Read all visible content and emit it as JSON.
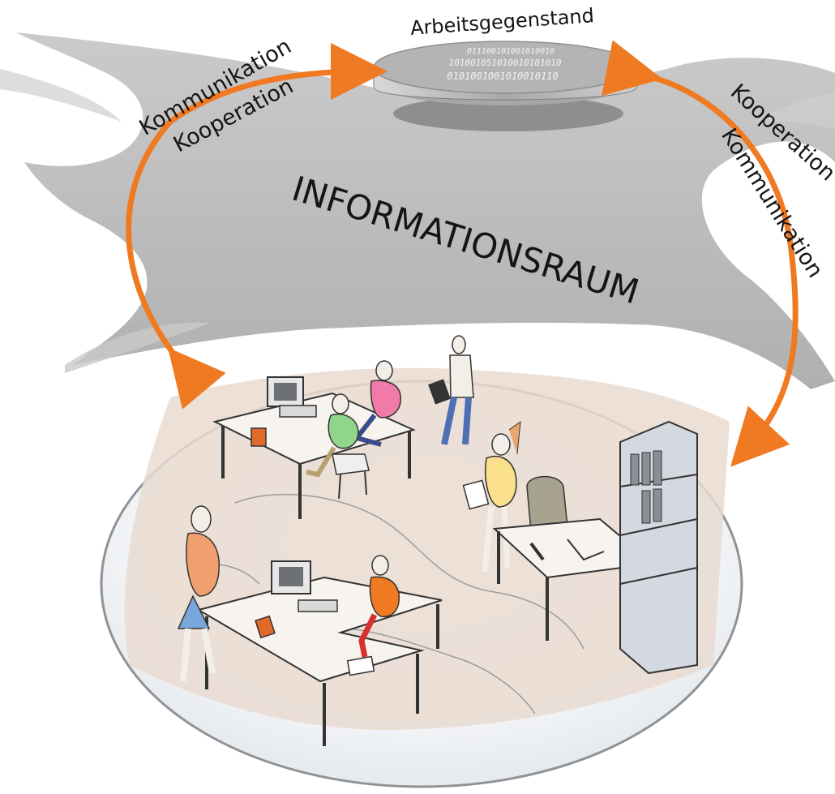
{
  "diagram": {
    "object_label": "Arbeitsgegenstand",
    "space_label": "INFORMATIONSRAUM",
    "left_arrow": {
      "line1": "Kommunikation",
      "line2": "Kooperation"
    },
    "right_arrow": {
      "line1": "Kooperation",
      "line2": "Kommunikation"
    },
    "binary_rows": [
      "011100101001010010",
      "101001051010010101010",
      "0101001001010010110"
    ],
    "colors": {
      "arrow": "#f07a22",
      "space": "#b9b9b9",
      "disc_top": "#b4b4b4",
      "disc_shadow": "#8e8e8e",
      "globe_outline": "#8f9396",
      "floor": "#e9dbd0"
    },
    "scene_icons": [
      "globe-icon",
      "office-floor-icon",
      "desk-icon",
      "computer-icon",
      "person-icon",
      "chair-icon",
      "shelf-icon",
      "folder-icon",
      "book-icon"
    ]
  }
}
